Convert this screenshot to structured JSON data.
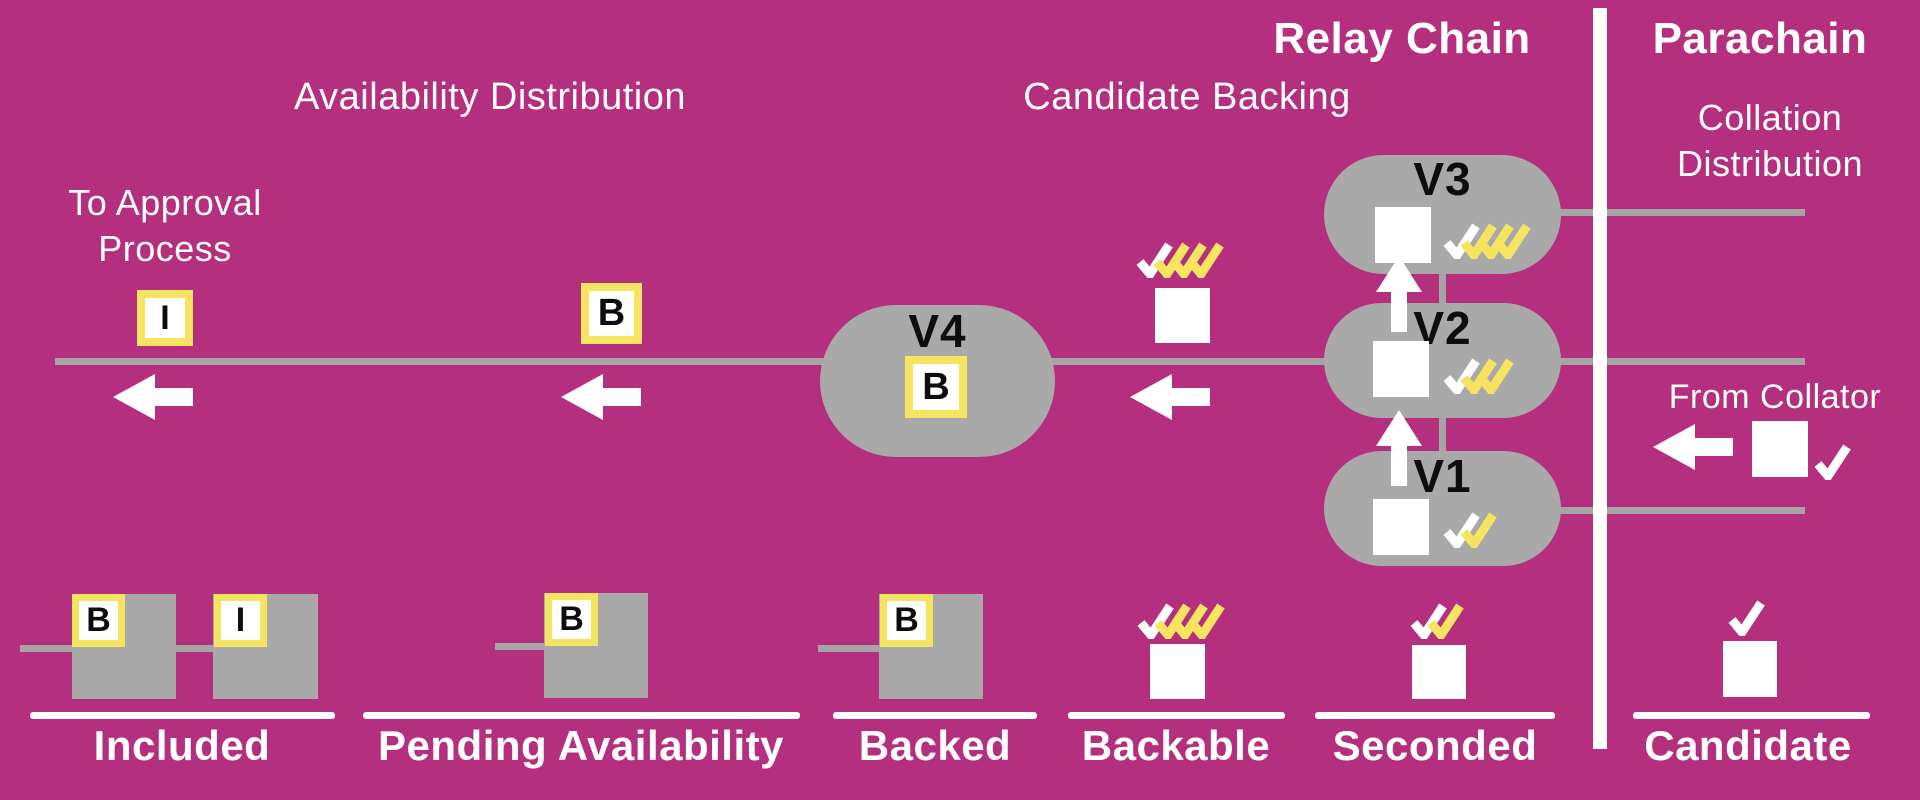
{
  "colors": {
    "background": "#B42F7E",
    "gray": "#A9A9A9",
    "line_gray": "#A5A5A5",
    "yellow": "#F5E45F",
    "white": "#FFFFFF",
    "black": "#0D0D0D"
  },
  "header": {
    "relay_chain": "Relay Chain",
    "parachain": "Parachain"
  },
  "process_labels": {
    "availability_distribution": "Availability Distribution",
    "candidate_backing": "Candidate Backing",
    "collation_line1": "Collation",
    "collation_line2": "Distribution",
    "to_approval_line1": "To Approval",
    "to_approval_line2": "Process",
    "from_collator": "From Collator"
  },
  "flow": {
    "included_marker": "I",
    "backed_marker": "B",
    "v4_badge": "B"
  },
  "validators": [
    {
      "id": "v4",
      "label": "V4",
      "badge": "B",
      "checks": []
    },
    {
      "id": "v3",
      "label": "V3",
      "checks": [
        "white",
        "yellow",
        "yellow",
        "yellow"
      ]
    },
    {
      "id": "v2",
      "label": "V2",
      "checks": [
        "white",
        "yellow",
        "yellow"
      ]
    },
    {
      "id": "v1",
      "label": "V1",
      "checks": [
        "white",
        "yellow"
      ]
    }
  ],
  "floating_candidate": {
    "checks": [
      "white",
      "yellow",
      "yellow",
      "yellow"
    ]
  },
  "collator": {
    "checks": [
      "white"
    ]
  },
  "stages": [
    {
      "label": "Included",
      "badges": [
        "B",
        "I"
      ],
      "checks": []
    },
    {
      "label": "Pending Availability",
      "badges": [
        "B"
      ],
      "checks": []
    },
    {
      "label": "Backed",
      "badges": [
        "B"
      ],
      "checks": []
    },
    {
      "label": "Backable",
      "badges": [],
      "checks": [
        "white",
        "yellow",
        "yellow",
        "yellow"
      ]
    },
    {
      "label": "Seconded",
      "badges": [],
      "checks": [
        "white",
        "yellow"
      ]
    },
    {
      "label": "Candidate",
      "badges": [],
      "checks": [
        "white"
      ]
    }
  ]
}
